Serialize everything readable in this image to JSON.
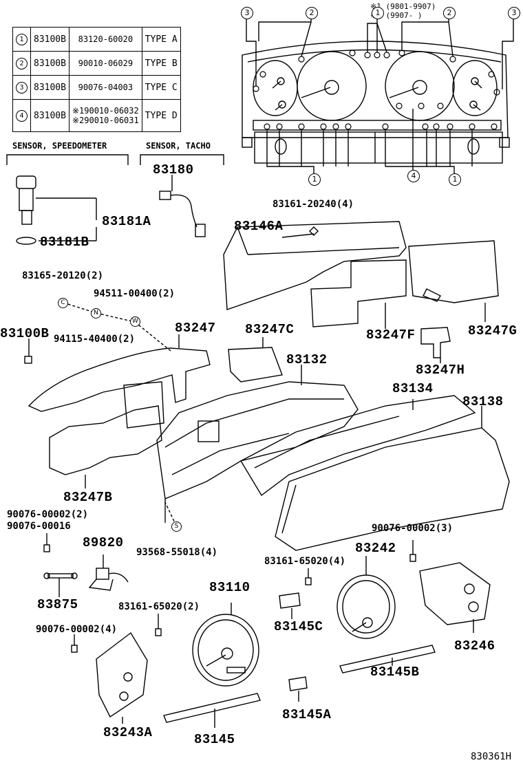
{
  "notes": {
    "note1": "※1 (9801-9907)",
    "note2": "※2 (9907-   )"
  },
  "reference_table": [
    {
      "ref": "1",
      "base": "83100B",
      "part_a": "83120-60020",
      "part_b": "",
      "type": "TYPE A"
    },
    {
      "ref": "2",
      "base": "83100B",
      "part_a": "90010-06029",
      "part_b": "",
      "type": "TYPE B"
    },
    {
      "ref": "3",
      "base": "83100B",
      "part_a": "90076-04003",
      "part_b": "",
      "type": "TYPE C"
    },
    {
      "ref": "4",
      "base": "83100B",
      "part_a": "※190010-06032",
      "part_b": "※290010-06031",
      "type": "TYPE D"
    }
  ],
  "sections": {
    "speedo": "SENSOR, SPEEDOMETER",
    "tacho": "SENSOR, TACHO"
  },
  "cluster_callouts": {
    "top_left_3": "3",
    "top_left_2": "2",
    "top_mid_1": "1",
    "top_right_2": "2",
    "top_right_3": "3",
    "bot_left_1": "1",
    "bot_mid_4": "4",
    "bot_right_1": "1"
  },
  "labels": {
    "p83180": "83180",
    "p83181A": "83181A",
    "p83181B": "83181B",
    "p83161_20240": "83161-20240(4)",
    "p83146A": "83146A",
    "p83165": "83165-20120(2)",
    "p94511": "94511-00400(2)",
    "p83100B": "83100B",
    "p94115": "94115-40400(2)",
    "p83247": "83247",
    "p83247C": "83247C",
    "p83247F": "83247F",
    "p83247G": "83247G",
    "p83132": "83132",
    "p83247H": "83247H",
    "p83134": "83134",
    "p83138": "83138",
    "p83247B": "83247B",
    "p90076_a": "90076-00002(2)",
    "p90076_b": "90076-00016",
    "p89820": "89820",
    "p93568": "93568-55018(4)",
    "p90076_c": "90076-00002(3)",
    "p83161_65020_4": "83161-65020(4)",
    "p83242": "83242",
    "p83875": "83875",
    "p83110": "83110",
    "p83161_65020_2": "83161-65020(2)",
    "p83145C": "83145C",
    "p83246": "83246",
    "p90076_d": "90076-00002(4)",
    "p83145B": "83145B",
    "p83145A": "83145A",
    "p83243A": "83243A",
    "p83145": "83145",
    "code": "830361H"
  },
  "fastener_letters": {
    "c": "C",
    "n": "N",
    "w": "W",
    "s": "S"
  }
}
